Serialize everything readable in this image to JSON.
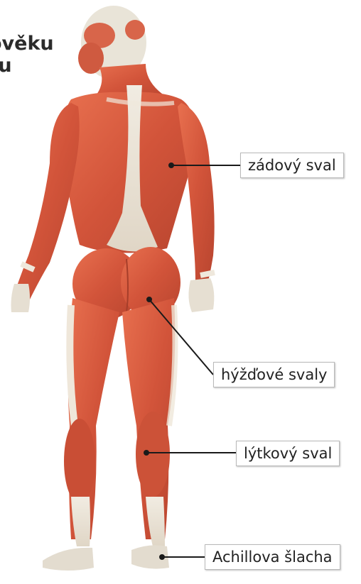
{
  "title": {
    "line1": "ověku",
    "line2": "du"
  },
  "labels": {
    "back_muscle": "zádový sval",
    "glutes": "hýžďové svaly",
    "calf": "lýtkový sval",
    "achilles": "Achillova šlacha"
  }
}
